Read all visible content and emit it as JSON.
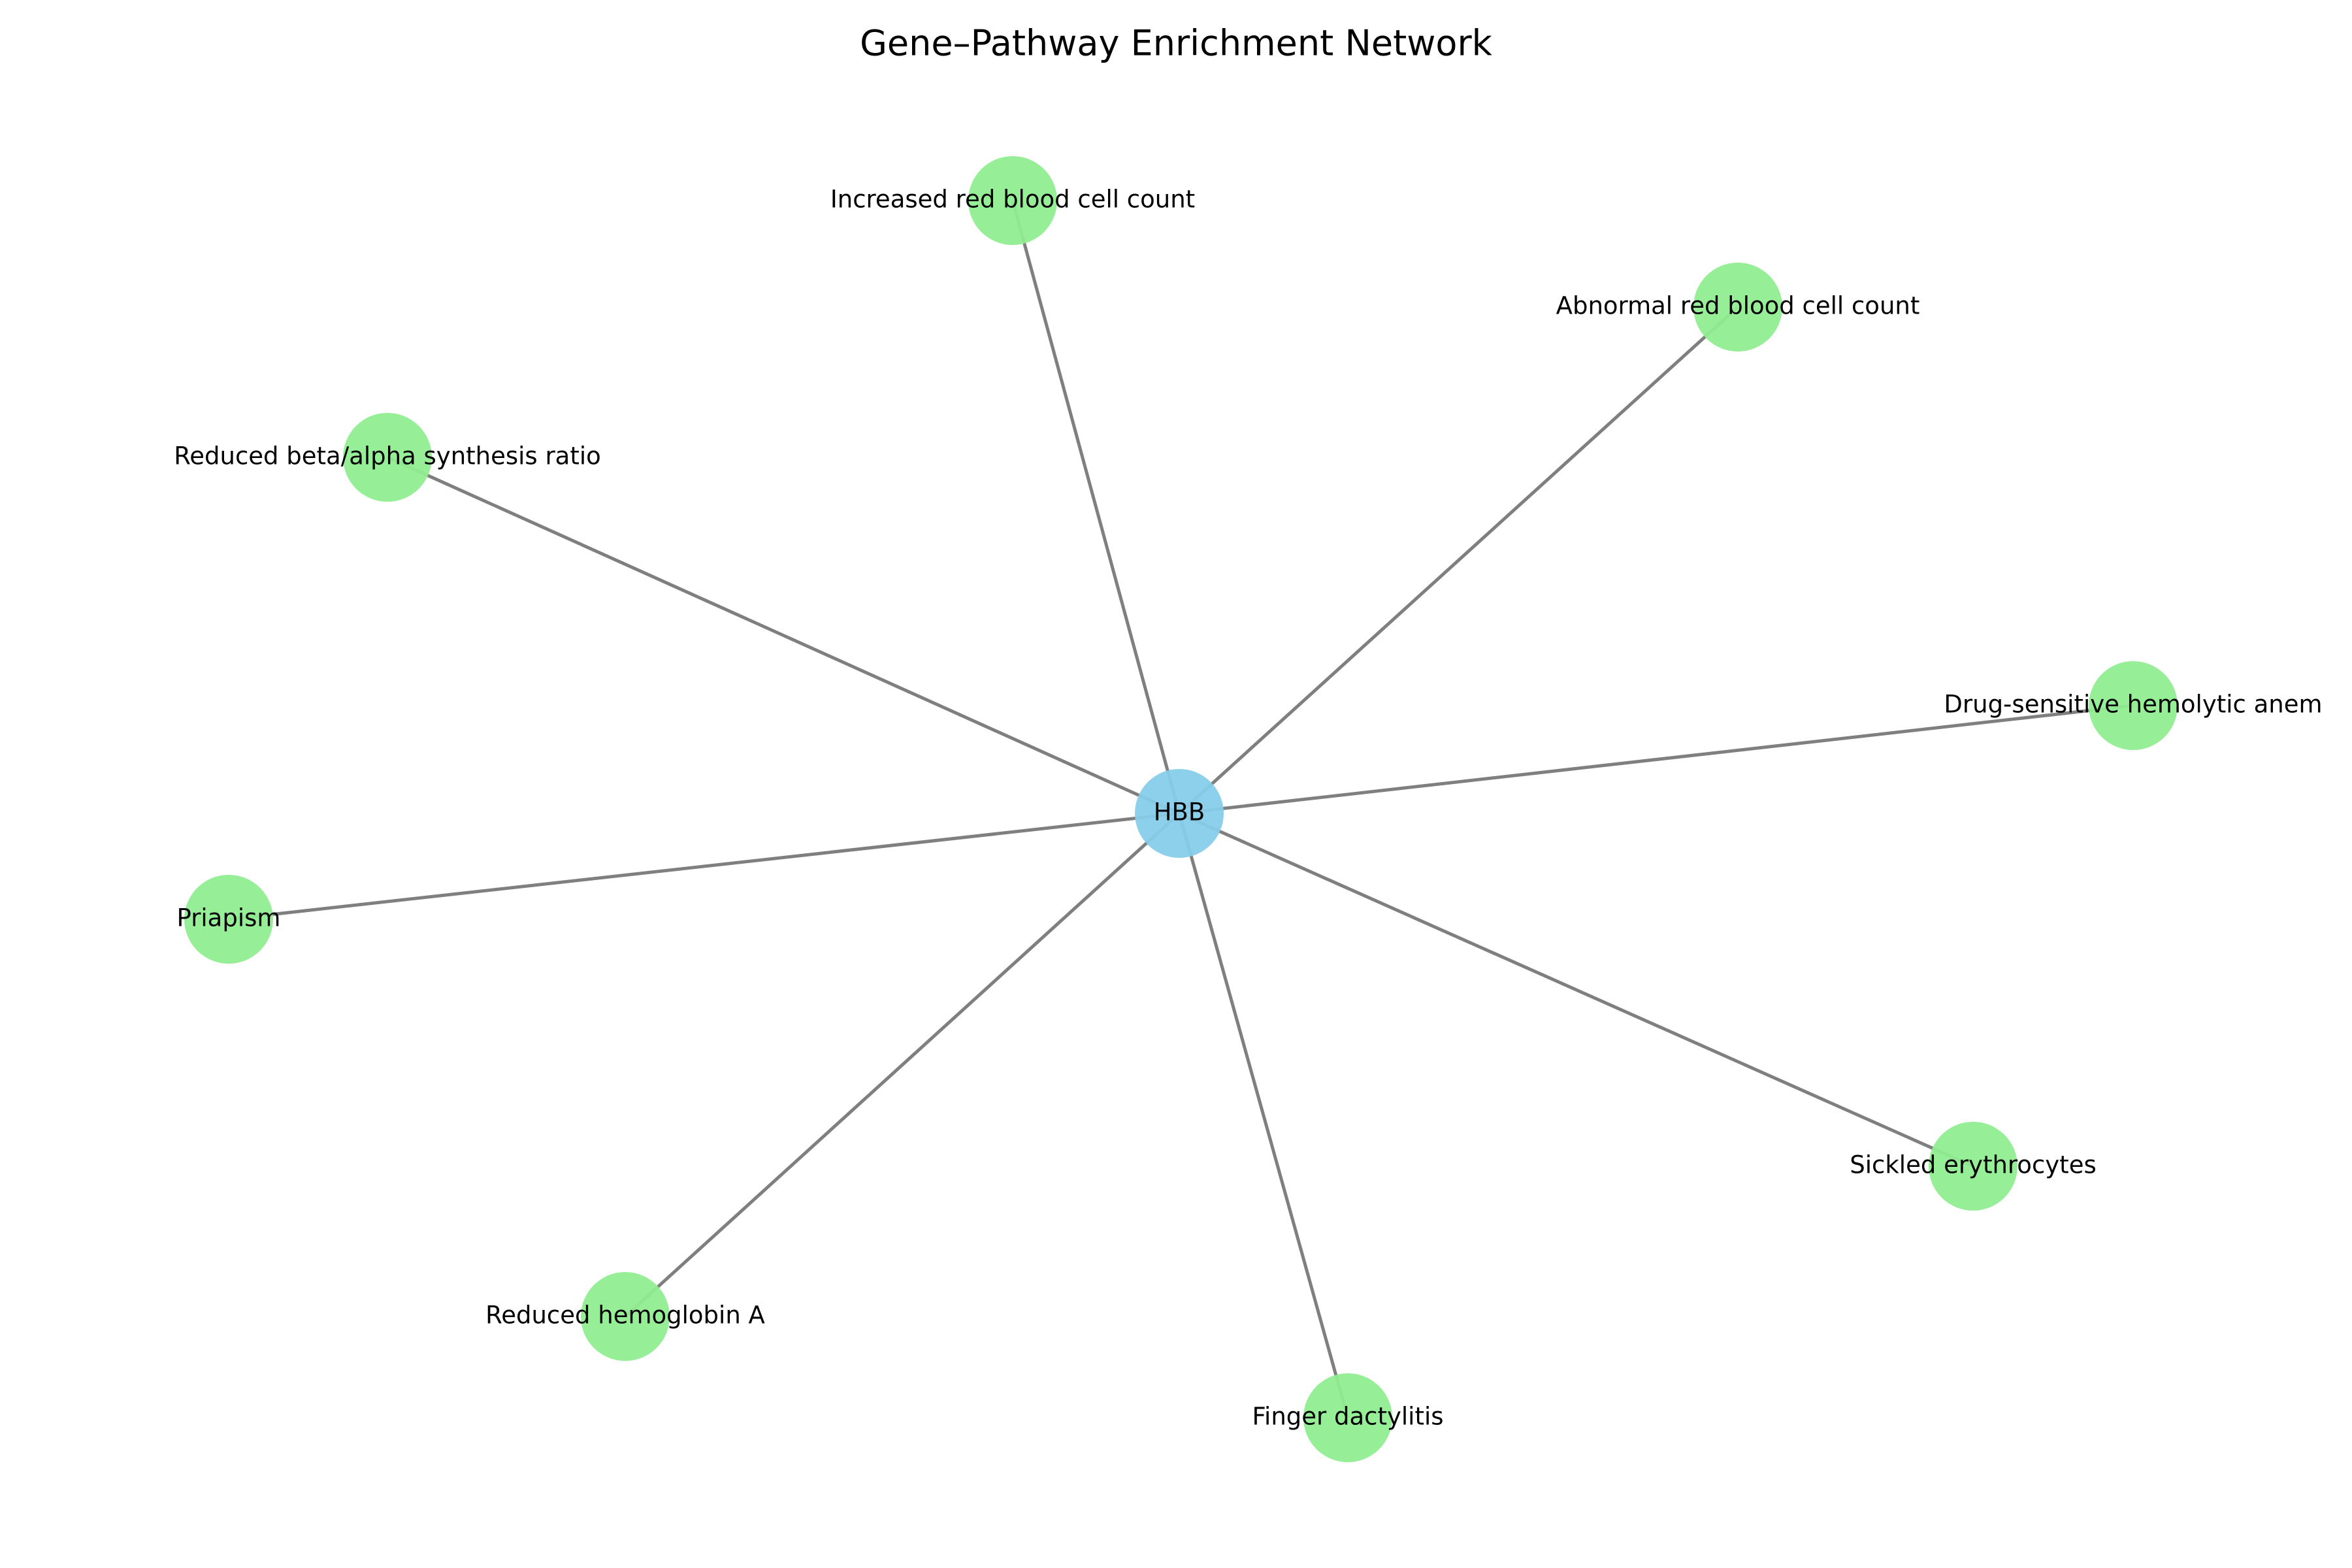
{
  "title": "Gene–Pathway Enrichment Network",
  "colors": {
    "gene_node": "#87ceeb",
    "phenotype_node": "#90ee90",
    "edge": "#7f7f7f"
  },
  "diagram": {
    "type": "network",
    "center": {
      "id": "hbb",
      "label": "HBB"
    },
    "nodes": [
      {
        "id": "increased-rbc",
        "label": "Increased red blood cell count"
      },
      {
        "id": "abnormal-rbc",
        "label": "Abnormal red blood cell count"
      },
      {
        "id": "reduced-beta-alpha",
        "label": "Reduced beta/alpha synthesis ratio"
      },
      {
        "id": "drug-sensitive",
        "label": "Drug-sensitive hemolytic anem"
      },
      {
        "id": "priapism",
        "label": "Priapism"
      },
      {
        "id": "sickled",
        "label": "Sickled erythrocytes"
      },
      {
        "id": "reduced-hba",
        "label": "Reduced hemoglobin A"
      },
      {
        "id": "finger-dactylitis",
        "label": "Finger dactylitis"
      }
    ]
  }
}
